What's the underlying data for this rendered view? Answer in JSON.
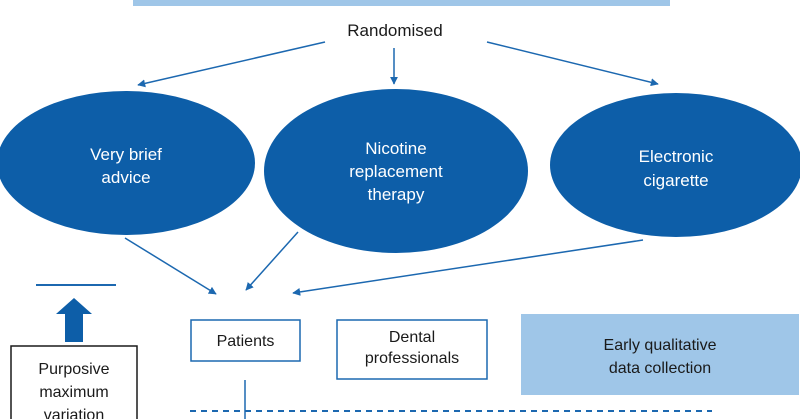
{
  "colors": {
    "ellipse_fill": "#0d5ea8",
    "arrow": "#1c68b0",
    "light_box": "#9fc6e8",
    "box_border": "#1c68b0",
    "text_dark": "#1a1a1a"
  },
  "randomised_label": "Randomised",
  "arms": [
    {
      "line1": "Very brief",
      "line2": "advice",
      "line3": ""
    },
    {
      "line1": "Nicotine",
      "line2": "replacement",
      "line3": "therapy"
    },
    {
      "line1": "Electronic",
      "line2": "cigarette",
      "line3": ""
    }
  ],
  "boxes": {
    "patients": "Patients",
    "dental_line1": "Dental",
    "dental_line2": "professionals",
    "early_line1": "Early qualitative",
    "early_line2": "data collection",
    "purposive_line1": "Purposive",
    "purposive_line2": "maximum",
    "purposive_line3": "variation"
  }
}
